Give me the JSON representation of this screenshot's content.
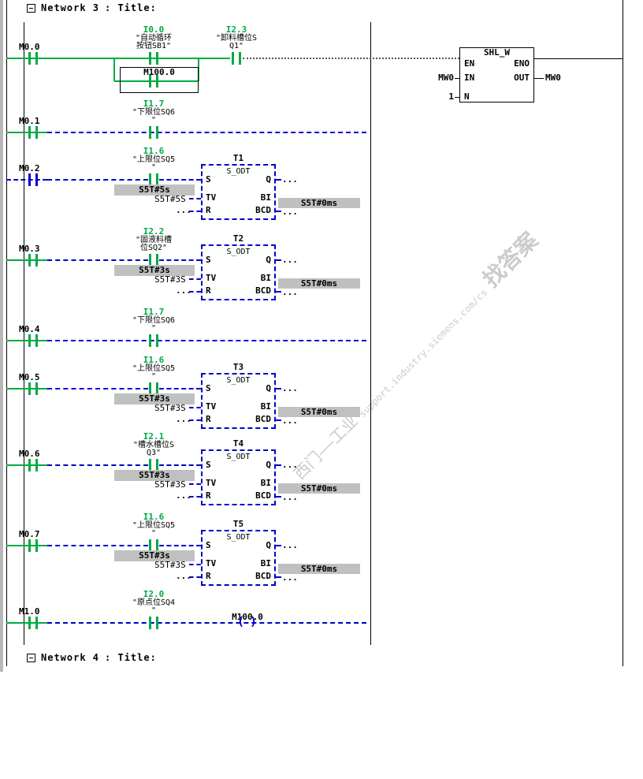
{
  "colors": {
    "power_flow_green": "#00aa44",
    "inactive_blue": "#0000cc",
    "monitor_gray": "#c0c0c0",
    "wire_black": "#000000",
    "dotted_gray": "#555555",
    "watermark_gray": "#cbcbcb"
  },
  "headers": {
    "network3": {
      "label": "Network 3",
      "suffix": ": Title:"
    },
    "network4": {
      "label": "Network 4",
      "suffix": ": Title:"
    }
  },
  "watermark": {
    "part1": "西门——工业",
    "part2": "support.industry.siemens.com/cs",
    "part3": "找答案"
  },
  "symbols": {
    "coil_left": "(",
    "coil_right": ")"
  },
  "timer_block": {
    "type_label": "S_ODT",
    "pin_s": "S",
    "pin_tv": "TV",
    "pin_r": "R",
    "pin_q": "Q",
    "pin_bi": "BI",
    "pin_bcd": "BCD",
    "stub": "..."
  },
  "shl_block": {
    "title": "SHL_W",
    "pin_en": "EN",
    "pin_eno": "ENO",
    "pin_in": "IN",
    "pin_out": "OUT",
    "pin_n": "N",
    "in_value": "MW0",
    "out_value": "MW0",
    "n_value": "1"
  },
  "rungs": [
    {
      "kind": "branch_shl",
      "left_addr": "M0.0",
      "branch_top": {
        "addr": "I0.0",
        "comment_line1": "\"自动循环",
        "comment_line2": "按钮SB1\""
      },
      "branch_bottom_addr": "M100.0",
      "series_contact": {
        "addr": "I2.3",
        "comment_line1": "\"卸料槽位S",
        "comment_line2": "Q1\""
      }
    },
    {
      "kind": "simple",
      "left_addr": "M0.1",
      "contact": {
        "addr": "I1.7",
        "comment_line1": "\"下限位SQ6",
        "comment_line2": "\""
      }
    },
    {
      "kind": "timer",
      "left_addr": "M0.2",
      "left_inactive": true,
      "contact": {
        "addr": "I1.6",
        "comment_line1": "\"上限位SQ5",
        "comment_line2": "\""
      },
      "timer_name": "T1",
      "tv_monitor": "S5T#5s",
      "tv_value": "S5T#5S",
      "bi_monitor": "S5T#0ms"
    },
    {
      "kind": "timer",
      "left_addr": "M0.3",
      "contact": {
        "addr": "I2.2",
        "comment_line1": "\"固液料槽",
        "comment_line2": "位SQ2\""
      },
      "timer_name": "T2",
      "tv_monitor": "S5T#3s",
      "tv_value": "S5T#3S",
      "bi_monitor": "S5T#0ms"
    },
    {
      "kind": "simple",
      "left_addr": "M0.4",
      "contact": {
        "addr": "I1.7",
        "comment_line1": "\"下限位SQ6",
        "comment_line2": "\""
      }
    },
    {
      "kind": "timer",
      "left_addr": "M0.5",
      "contact": {
        "addr": "I1.6",
        "comment_line1": "\"上限位SQ5",
        "comment_line2": "\""
      },
      "timer_name": "T3",
      "tv_monitor": "S5T#3s",
      "tv_value": "S5T#3S",
      "bi_monitor": "S5T#0ms"
    },
    {
      "kind": "timer",
      "left_addr": "M0.6",
      "contact": {
        "addr": "I2.1",
        "comment_line1": "\"槽水槽位S",
        "comment_line2": "Q3\""
      },
      "timer_name": "T4",
      "tv_monitor": "S5T#3s",
      "tv_value": "S5T#3S",
      "bi_monitor": "S5T#0ms"
    },
    {
      "kind": "timer",
      "left_addr": "M0.7",
      "contact": {
        "addr": "I1.6",
        "comment_line1": "\"上限位SQ5",
        "comment_line2": "\""
      },
      "timer_name": "T5",
      "tv_monitor": "S5T#3s",
      "tv_value": "S5T#3S",
      "bi_monitor": "S5T#0ms"
    },
    {
      "kind": "coil",
      "left_addr": "M1.0",
      "contact": {
        "addr": "I2.0",
        "comment_line1": "\"原点位SQ4",
        "comment_line2": "\""
      },
      "coil_addr": "M100.0"
    }
  ]
}
